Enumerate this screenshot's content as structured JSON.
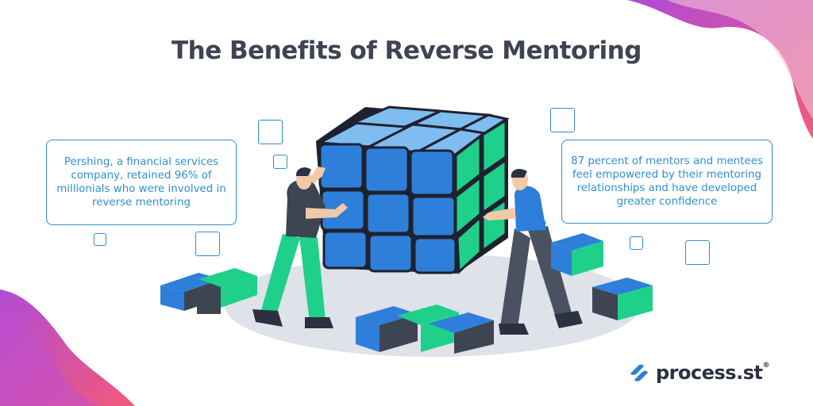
{
  "title": "The Benefits of Reverse Mentoring",
  "callouts": {
    "left": "Pershing, a financial services company, retained 96% of millionials who were involved in reverse mentoring",
    "right": "87 percent of mentors and mentees feel empowered by their mentoring relationships and have developed greater confidence"
  },
  "brand": {
    "name": "process.",
    "suffix": "st",
    "registered": "®"
  },
  "colors": {
    "title": "#3d4452",
    "accent_blue": "#2f8fd1",
    "cube_blue": "#2e7fd9",
    "cube_top": "#7fbdf0",
    "cube_green": "#1fd08a",
    "corner_gradient_start": "#b04bd6",
    "corner_gradient_end": "#f25a7a",
    "floor": "#dfe2e8"
  },
  "icons": [
    "rubiks-cube-illustration",
    "person-left-illustration",
    "person-right-illustration",
    "block-illustration",
    "process-st-logo-icon"
  ]
}
